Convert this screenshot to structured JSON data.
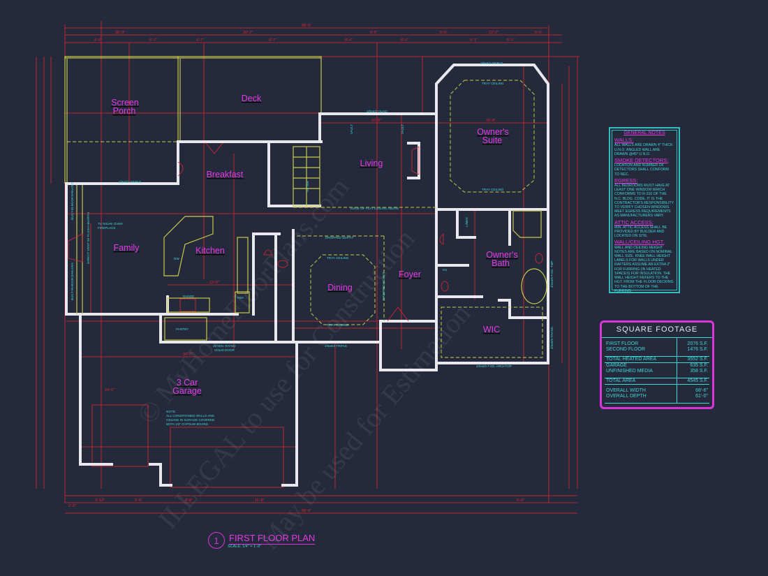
{
  "title": {
    "number": "1",
    "name": "FIRST FLOOR PLAN",
    "scale": "SCALE: 1/4\" = 1'-0\""
  },
  "rooms": {
    "screen_porch_1": "Screen",
    "screen_porch_2": "Porch",
    "deck": "Deck",
    "breakfast": "Breakfast",
    "living": "Living",
    "owners_suite_1": "Owner's",
    "owners_suite_2": "Suite",
    "family": "Family",
    "kitchen": "Kitchen",
    "dining": "Dining",
    "foyer": "Foyer",
    "owners_bath_1": "Owner's",
    "owners_bath_2": "Bath",
    "wic": "WIC",
    "garage_1": "3 Car",
    "garage_2": "Garage"
  },
  "annotations": {
    "triple_left": "2/8x6/2 TRIPLE",
    "quad": "2/8x6/2 QUAD.",
    "triple_suite": "2/8x6/2 TRIPLE",
    "tray_top": "TRAY CEILING",
    "tray_bottom": "TRAY CEILING",
    "dining_tray_top": "TRAY CEILING",
    "dining_tray_bottom": "TRAY CEILING",
    "edge_flat": "EDGE OF FLAT CEILING ABOVE",
    "soffit_top": "DROPPED SOFFIT",
    "soffit_side": "DROPPED SOFFIT",
    "tv_niche_1": "TV NICHE OVER",
    "tv_niche_2": "FIREPLACE",
    "direct_vent": "DIRECT VENT W/ FLUSH HEARTH",
    "bookshelves": "BUILT-IN BOOKSHELVES",
    "range": "RANGE",
    "pantry": "PANTRY",
    "ref": "REF.",
    "dw": "DW",
    "rated_door_1": "20 MIN. RATED",
    "rated_door_2": "SOLID DOOR",
    "linen": "LINEN",
    "ks": "KS",
    "vault_1": "VAULT",
    "vault_2": "VAULT",
    "stair": "UP 16R",
    "triple_dining": "2/8x6/2 TRIPLE",
    "archtop": "2/0x5/0 F.XD. ARCHTOP",
    "tmp": "4/0x4/0 F.XD. TMP",
    "trans": "4/0x5/0 TRANS.",
    "garage_note_1": "NOTE:",
    "garage_note_2": "ALL CONDITIONED WALLS AND",
    "garage_note_3": "CEILING IN GARAGE COVERED",
    "garage_note_4": "WITH 1/2\" GYPSUM BOARD."
  },
  "dimensions": {
    "overall_width": "68'-6\"",
    "top_a": "30'-0\"",
    "top_b": "20'-2\"",
    "top_c": "9'-5\"",
    "top_d": "5'-0\"",
    "top_e": "12'-2\"",
    "top_f": "5'-0\"",
    "t1": "4'-5\"",
    "t2": "6'-7\"",
    "t3": "6'-7\"",
    "t4": "8'-7\"",
    "t5": "8'-4\"",
    "t6": "8'-0\"",
    "t7": "5'-1\"",
    "t8": "5'-1\"",
    "garage_w": "30'-0\"",
    "garage_d": "24'-0\"",
    "kitchen_w": "12'-0\"",
    "living_w": "16'-0\"",
    "suite_w": "15'-8\"",
    "bottom_overall": "68'-6\"",
    "b1": "3'-10\"",
    "b2": "5'-6\"",
    "b3": "9'-8\"",
    "b4": "11'-8\"",
    "b5": "6'-0\"",
    "b6": "2'-0\""
  },
  "general_notes": {
    "heading": "GENERAL NOTES",
    "sections": [
      {
        "title": "WALLS:",
        "text": "ALL WALLS ARE DRAWN 4\" THICK U.N.O. ANGLED WALL ARE DRAWN @45° U.N.O."
      },
      {
        "title": "SMOKE DETECTORS:",
        "text": "LOCATION AND NUMBER OF DETECTORS SHALL CONFORM TO NEC."
      },
      {
        "title": "EGRESS:",
        "text": "ALL BEDROOMS MUST HAVE AT LEAST ONE WINDOW WHICH CONFORMS TO R-310 OF THE N.C. BLDG. CODE. IT IS THE CONTRACTOR'S RESPONSIBILITY TO VERIFY CHOSEN WINDOWS MEET EGRESS REQUIREMENTS AS MANUFACTURERS VARY."
      },
      {
        "title": "ATTIC ACCESS:",
        "text": "MIN. ATTIC ACCESS SHALL BE PROVIDED BY BUILDER AND LOCATED ON SITE."
      },
      {
        "title": "WALL/CEILING HGT.",
        "text": "WALL AND CEILING HEIGHT NOTES ARE BASED ON NOMINAL WALL SIZE. KNEE WALL HEIGHT LABELS FOR WALLS UNDER RAFTERS ASSUME AN EXTRA 2\" FOR FURRING (IN HEATED SPACES) FOR INSULATION. THE WALL HEIGHT REFERS TO THE HGT. FROM THE FLOOR DECKING TO THE BOTTOM OF THE FURRING."
      }
    ]
  },
  "square_footage": {
    "heading": "SQUARE FOOTAGE",
    "rows": [
      {
        "label": "FIRST FLOOR",
        "value": "2076 S.F."
      },
      {
        "label": "SECOND FLOOR",
        "value": "1476 S.F."
      },
      {
        "label": "TOTAL HEATED AREA",
        "value": "3552 S.F."
      },
      {
        "label": "GARAGE",
        "value": "635 S.F."
      },
      {
        "label": "UNFINISHED MEDIA",
        "value": "358 S.F."
      },
      {
        "label": "TOTAL AREA",
        "value": "4545 S.F."
      },
      {
        "label": "OVERALL WIDTH",
        "value": "68'-6\""
      },
      {
        "label": "OVERALL DEPTH",
        "value": "61'-0\""
      }
    ]
  },
  "watermark": {
    "line1": "© MyHomeFloorPlans.com",
    "line2": "ILLEGAL to use for Construction",
    "line3": "May be used for Estimation"
  },
  "colors": {
    "background": "#242a3b",
    "walls": "#e8e8ee",
    "dimensions": "#e3242f",
    "room_labels": "#e33ae3",
    "notes": "#3fd6d6",
    "fixtures": "#c9c94a"
  }
}
